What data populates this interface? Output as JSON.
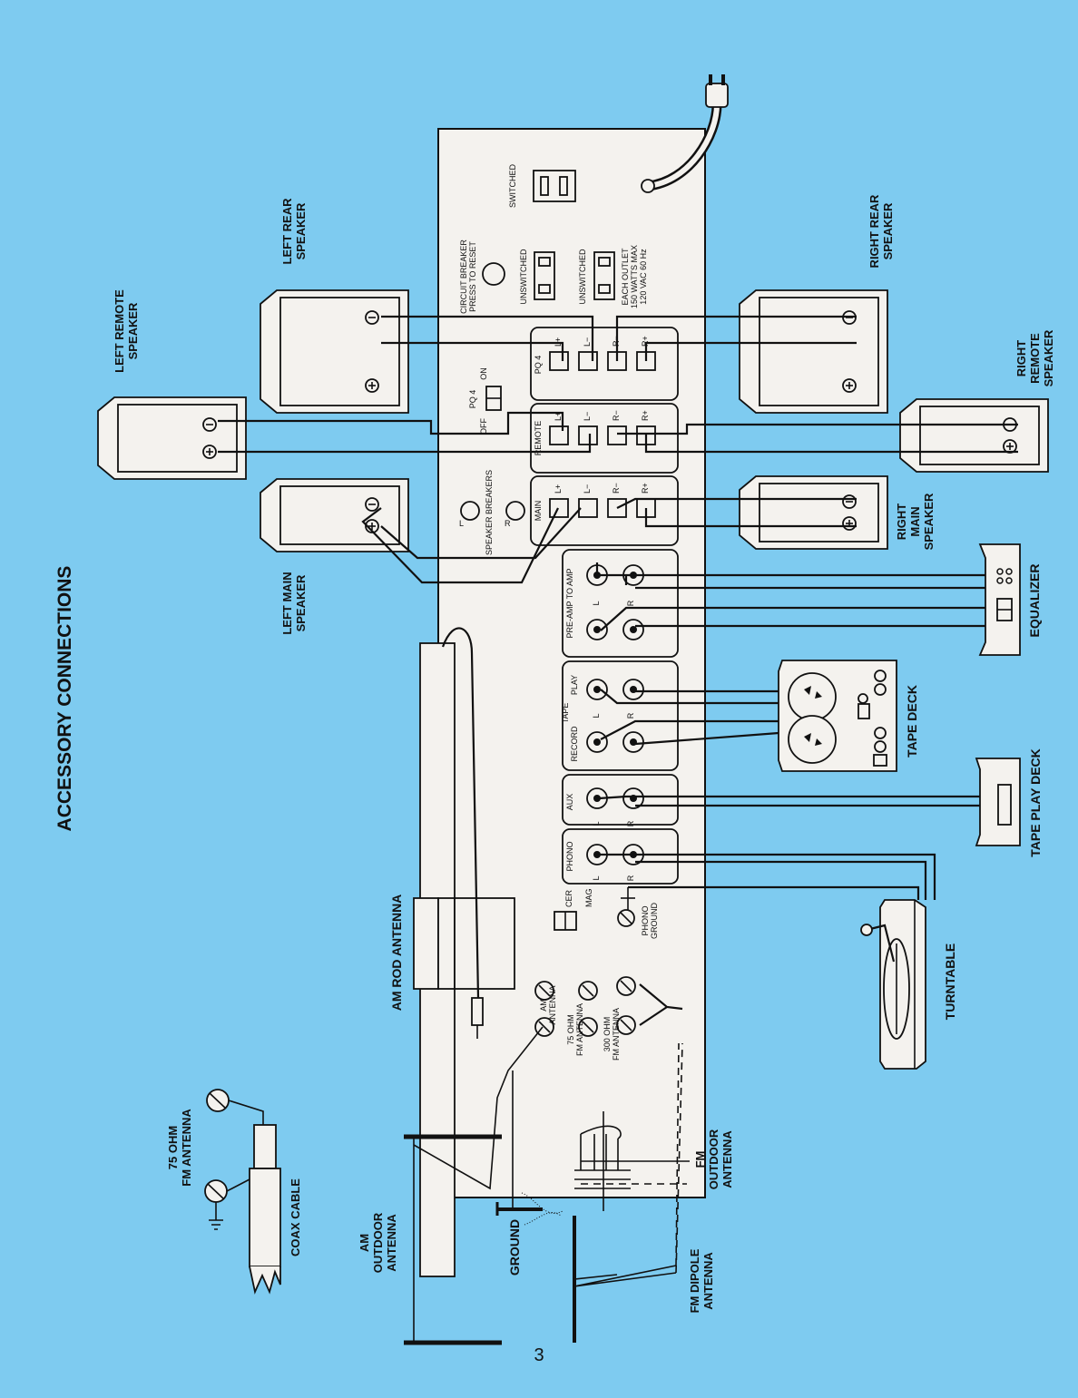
{
  "title": "ACCESSORY CONNECTIONS",
  "page_number": "3",
  "colors": {
    "background": "#7ecbf0",
    "panel": "#f4f2ee",
    "ink": "#111111"
  },
  "speakers": {
    "left_rear": [
      "LEFT REAR",
      "SPEAKER"
    ],
    "left_remote": [
      "LEFT REMOTE",
      "SPEAKER"
    ],
    "left_main": [
      "LEFT MAIN",
      "SPEAKER"
    ],
    "right_rear": [
      "RIGHT REAR",
      "SPEAKER"
    ],
    "right_remote": [
      "RIGHT",
      "REMOTE",
      "SPEAKER"
    ],
    "right_main": [
      "RIGHT",
      "MAIN",
      "SPEAKER"
    ]
  },
  "components": {
    "equalizer": "EQUALIZER",
    "tape_deck": "TAPE DECK",
    "tape_play_deck": "TAPE PLAY DECK",
    "turntable": "TURNTABLE",
    "am_rod_antenna": "AM ROD ANTENNA",
    "coax_antenna": [
      "75 OHM",
      "FM ANTENNA"
    ],
    "coax_cable": "COAX CABLE",
    "am_outdoor": [
      "AM",
      "OUTDOOR",
      "ANTENNA"
    ],
    "ground": "GROUND",
    "fm_dipole": [
      "FM DIPOLE",
      "ANTENNA"
    ],
    "fm_outdoor": [
      "FM",
      "OUTDOOR",
      "ANTENNA"
    ]
  },
  "panel": {
    "switched": "SWITCHED",
    "unswitched_1": "UNSWITCHED",
    "unswitched_2": "UNSWITCHED",
    "circuit_breaker": [
      "CIRCUIT BREAKER",
      "PRESS TO RESET"
    ],
    "outlet_rating": [
      "EACH OUTLET",
      "150 WATTS MAX",
      "120 VAC 60 Hz"
    ],
    "pq4_switch": [
      "PQ 4",
      "OFF",
      "ON"
    ],
    "speaker_breakers": "SPEAKER BREAKERS",
    "breaker_l": "L",
    "breaker_r": "R",
    "group_pq4": "PQ 4",
    "group_remote": "REMOTE",
    "group_main": "MAIN",
    "terminals": [
      "L+",
      "L−",
      "R−",
      "R+"
    ],
    "preamp": "PRE-AMP TO AMP",
    "tape": "TAPE",
    "record": "RECORD",
    "play": "PLAY",
    "aux": "AUX",
    "phono": "PHONO",
    "ch_l": "L",
    "ch_r": "R",
    "cer": "CER",
    "mag": "MAG",
    "phono_ground": [
      "PHONO",
      "GROUND"
    ],
    "am_antenna": [
      "AM",
      "ANTENNA"
    ],
    "fm75": [
      "75 OHM",
      "FM ANTENNA"
    ],
    "fm300": [
      "300 OHM",
      "FM ANTENNA"
    ]
  }
}
